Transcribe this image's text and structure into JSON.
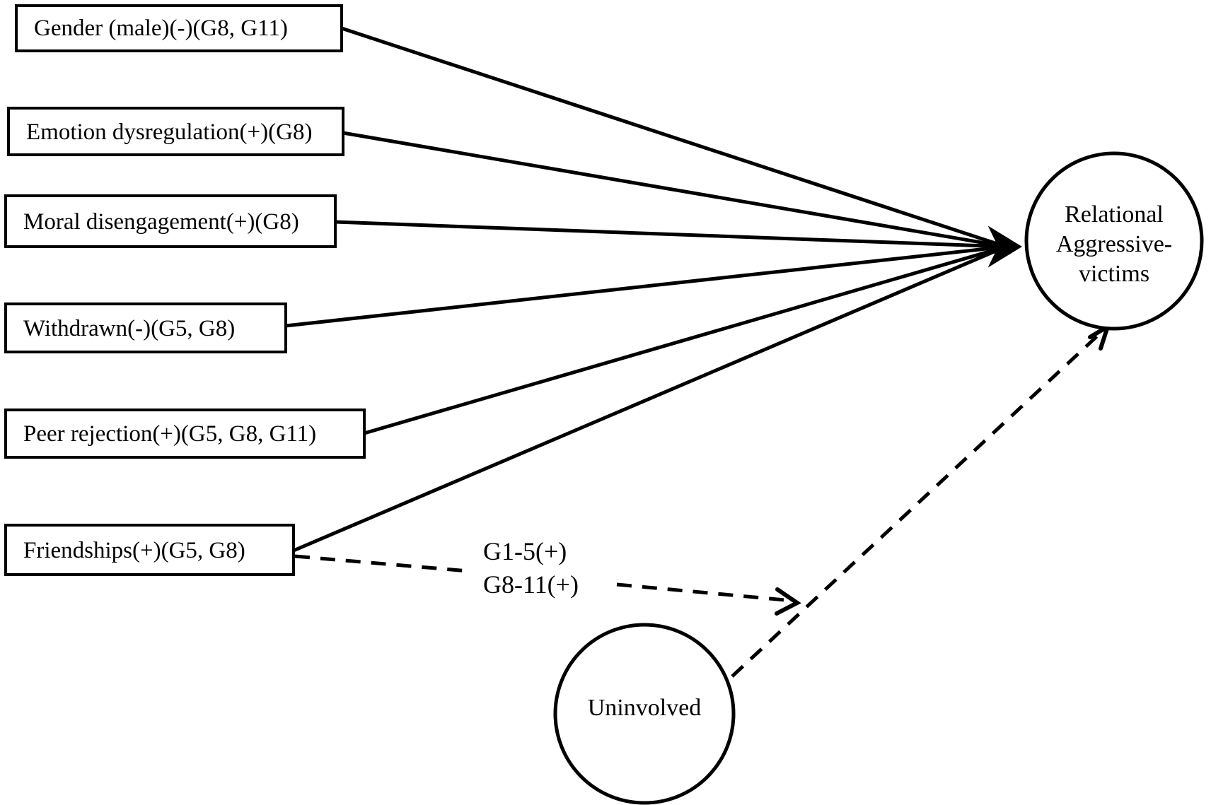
{
  "figure": {
    "type": "path-diagram",
    "background_color": "#ffffff",
    "line_color": "#000000"
  },
  "predictor_boxes": [
    {
      "id": "gender",
      "label": "Gender (male)(-)(G8, G11)"
    },
    {
      "id": "emotion-dysregulation",
      "label": "Emotion dysregulation(+)(G8)"
    },
    {
      "id": "moral-disengagement",
      "label": "Moral disengagement(+)(G8)"
    },
    {
      "id": "withdrawn",
      "label": "Withdrawn(-)(G5, G8)"
    },
    {
      "id": "peer-rejection",
      "label": "Peer rejection(+)(G5, G8, G11)"
    },
    {
      "id": "friendships",
      "label": "Friendships(+)(G5, G8)"
    }
  ],
  "outcome_circle": {
    "id": "relational-aggressive-victims",
    "label_lines": [
      "Relational",
      "Aggressive-",
      "victims"
    ]
  },
  "uninvolved_circle": {
    "id": "uninvolved",
    "label": "Uninvolved"
  },
  "moderation_label": {
    "line1": "G1-5(+)",
    "line2": "G8-11(+)"
  },
  "edges": [
    {
      "from": "gender",
      "to": "relational-aggressive-victims",
      "style": "solid"
    },
    {
      "from": "emotion-dysregulation",
      "to": "relational-aggressive-victims",
      "style": "solid"
    },
    {
      "from": "moral-disengagement",
      "to": "relational-aggressive-victims",
      "style": "solid"
    },
    {
      "from": "withdrawn",
      "to": "relational-aggressive-victims",
      "style": "solid"
    },
    {
      "from": "peer-rejection",
      "to": "relational-aggressive-victims",
      "style": "solid"
    },
    {
      "from": "friendships",
      "to": "relational-aggressive-victims",
      "style": "solid"
    },
    {
      "from": "uninvolved",
      "to": "relational-aggressive-victims",
      "style": "dashed"
    },
    {
      "from": "friendships",
      "to": "uninvolved-to-relational-path",
      "style": "dashed",
      "label": "G1-5(+) G8-11(+)"
    }
  ]
}
